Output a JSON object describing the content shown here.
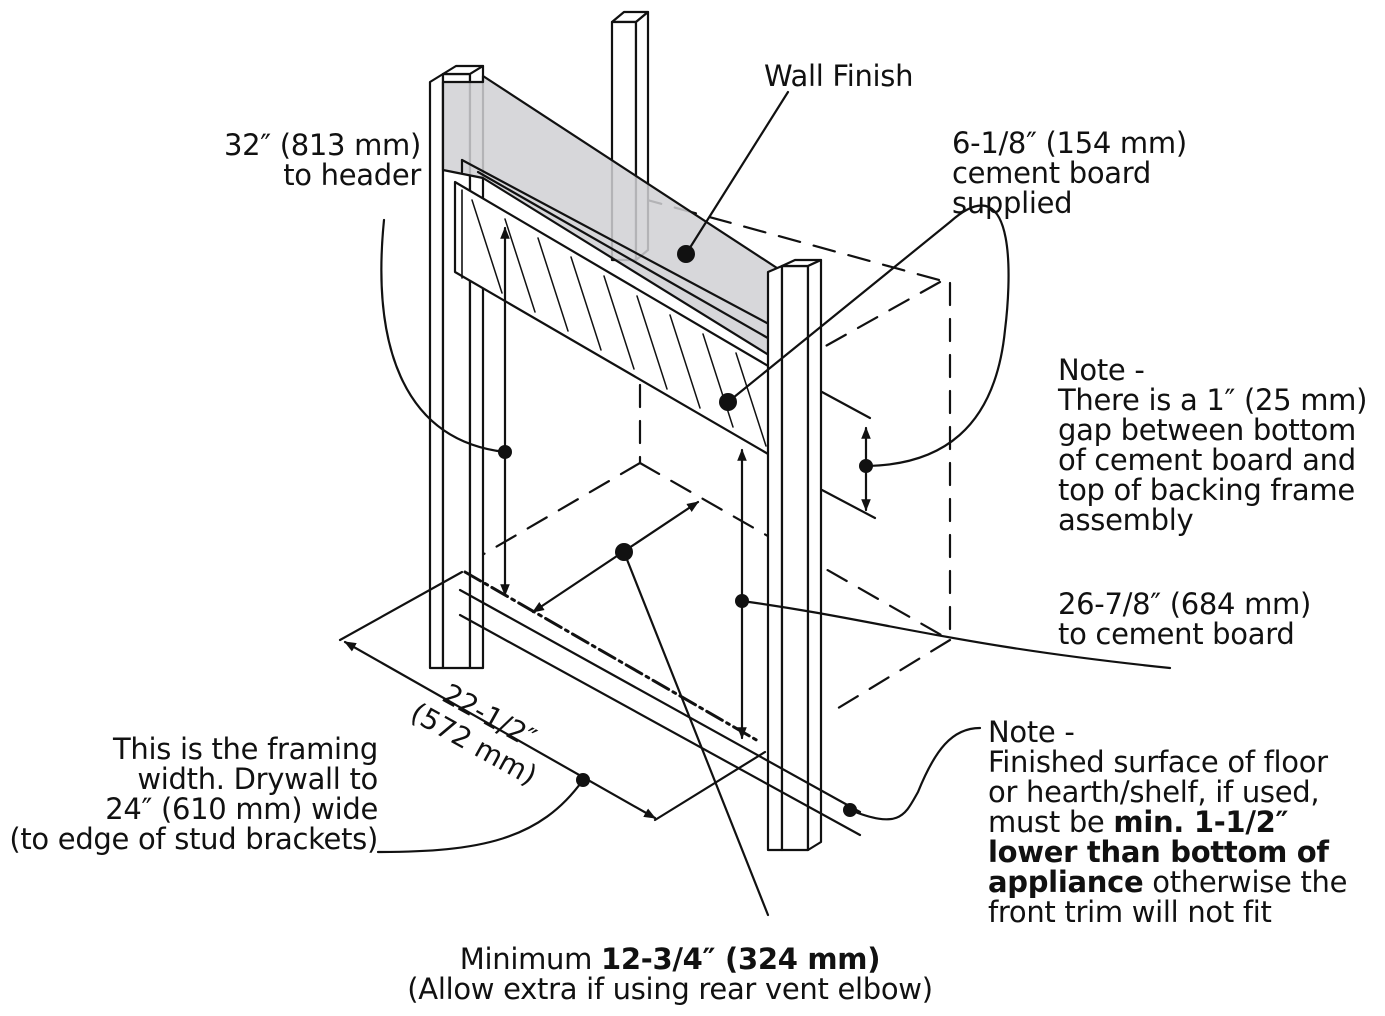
{
  "labels": {
    "wall_finish": "Wall Finish",
    "header": [
      "32″ (813 mm)",
      "to header"
    ],
    "cement_board": [
      "6-1/8″ (154 mm)",
      "cement board",
      "supplied"
    ],
    "gap_note": [
      "Note -",
      "There is a 1″ (25 mm)",
      "gap between bottom",
      "of cement board and",
      "top of backing frame",
      "assembly"
    ],
    "to_cement_board": [
      "26-7/8″ (684 mm)",
      "to cement board"
    ],
    "floor_note": {
      "title": "Note -",
      "line1": "Finished surface of floor",
      "line2": "or hearth/shelf, if used,",
      "line3_plain": "must be ",
      "line3_bold": "min. 1-1/2″",
      "line4_bold": "lower than bottom of",
      "line5_bold": "appliance",
      "line5_plain": " otherwise the",
      "line6": "front trim will not fit"
    },
    "framing": [
      "This is the framing",
      "width. Drywall to",
      "24″ (610 mm) wide",
      "(to edge of stud brackets)"
    ],
    "width_dim": [
      "22-1/2″",
      "(572 mm)"
    ],
    "minimum": {
      "plain": "Minimum ",
      "bold": "12-3/4″ (324 mm)",
      "line2": "(Allow extra if using rear vent elbow)"
    }
  }
}
